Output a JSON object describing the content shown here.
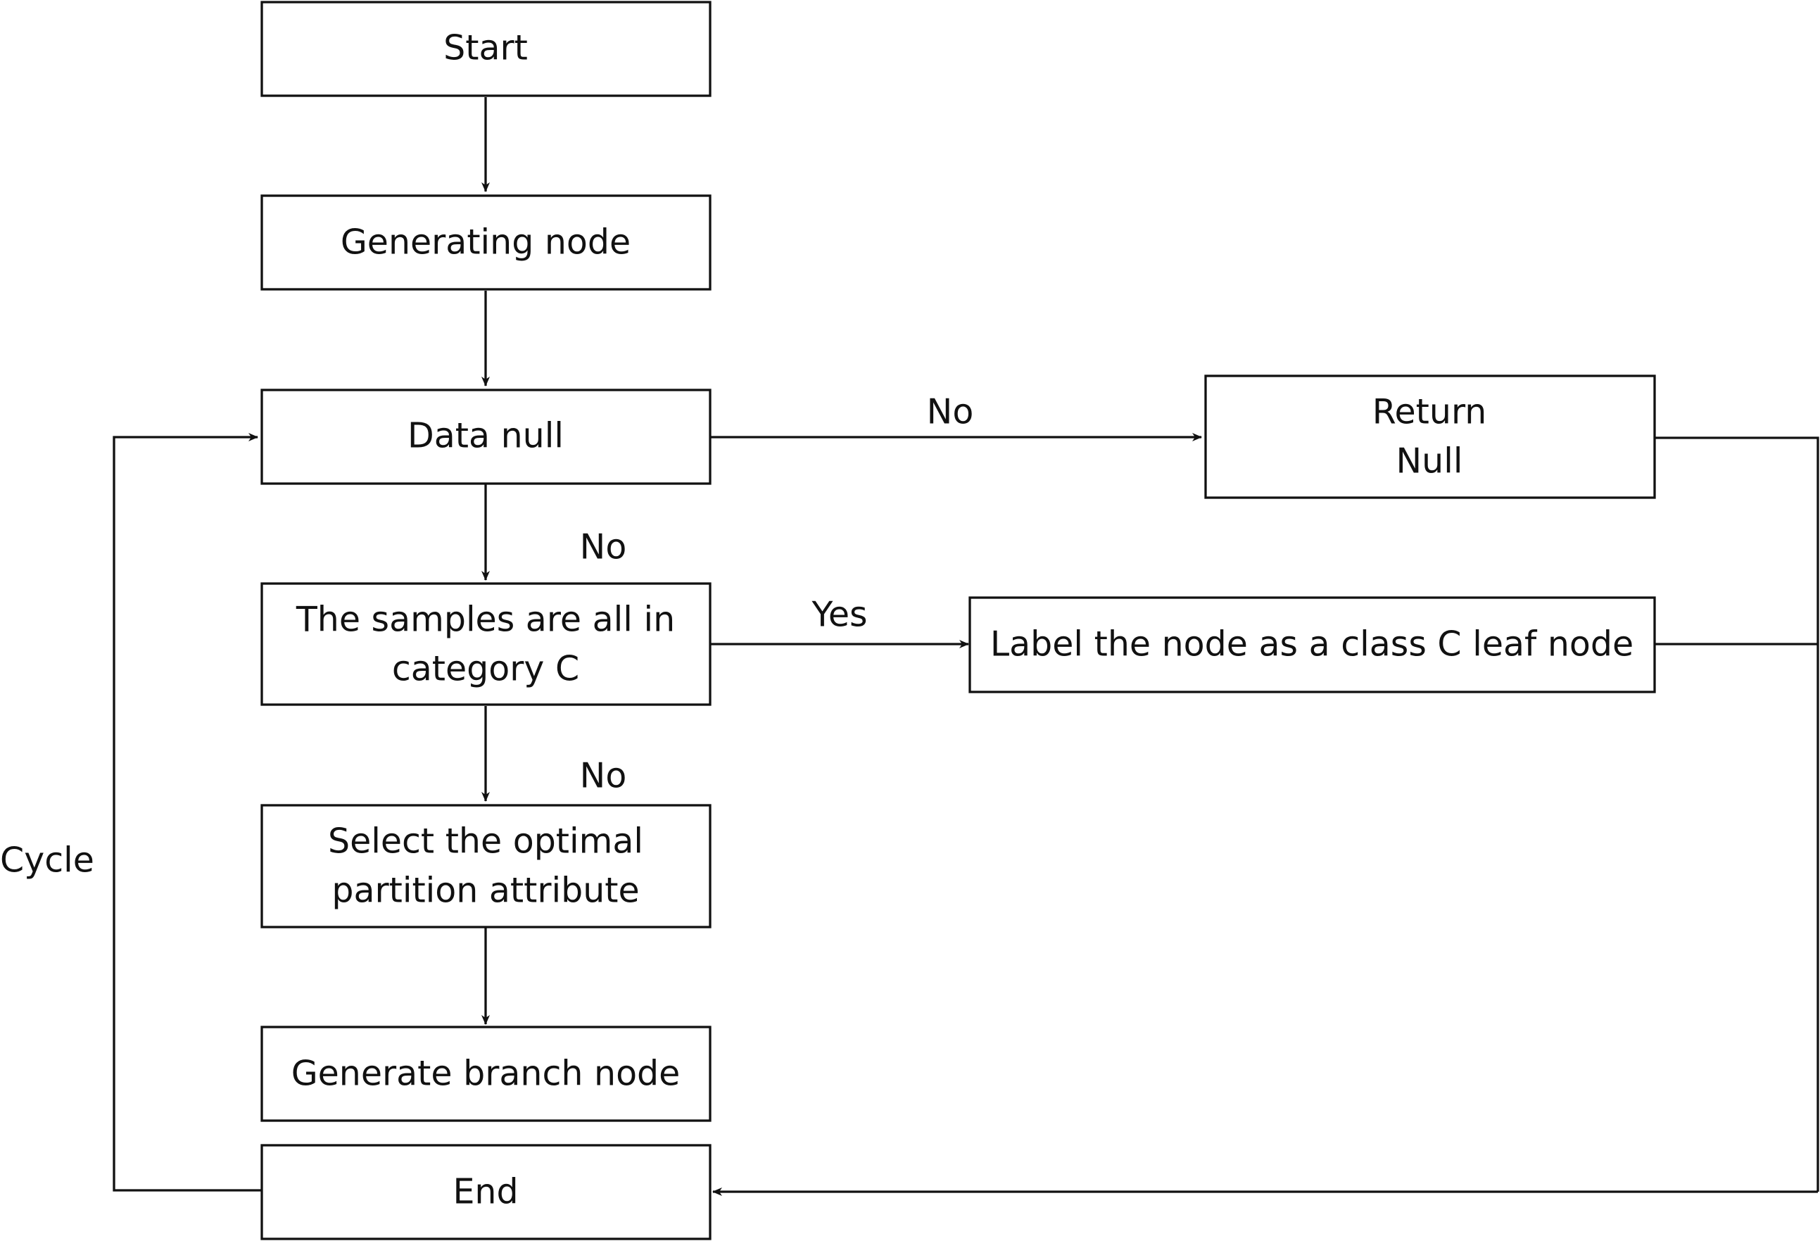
{
  "nodes": {
    "start": "Start",
    "generating_node": "Generating node",
    "data_null": "Data null",
    "samples_check": [
      "The samples are all in",
      "category C"
    ],
    "select_attribute": [
      "Select the optimal",
      "partition attribute"
    ],
    "generate_branch": "Generate branch node",
    "end": "End",
    "return_null": [
      "Return",
      "Null"
    ],
    "label_leaf": "Label the node as a class C leaf node"
  },
  "edges": {
    "data_null_to_return": "No",
    "data_null_to_samples": "No",
    "samples_to_label": "Yes",
    "samples_to_select": "No",
    "cycle": "Cycle"
  }
}
